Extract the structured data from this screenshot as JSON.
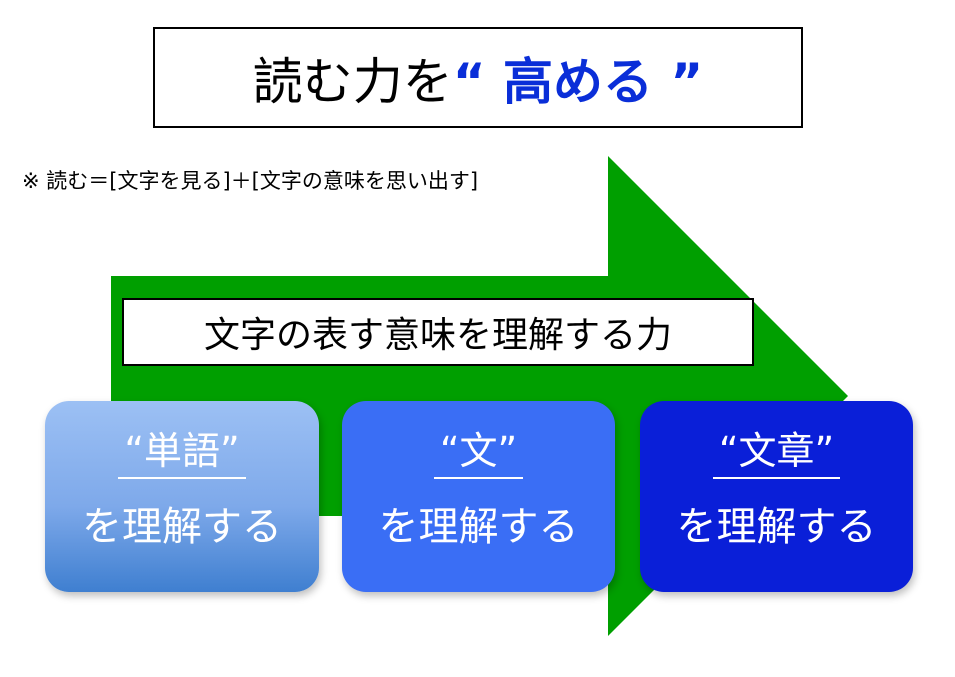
{
  "title": {
    "main": "読む力を",
    "accent": "“ 高める ”"
  },
  "note": "※ 読む＝[文字を見る]＋[文字の意味を思い出す]",
  "subtitle": "文字の表す意味を理解する力",
  "cards": [
    {
      "head": "“単語”",
      "body": "を理解する"
    },
    {
      "head": "“文”",
      "body": "を理解する"
    },
    {
      "head": "“文章”",
      "body": "を理解する"
    }
  ],
  "colors": {
    "arrow": "#009f00",
    "accent_text": "#0a2ed8",
    "card_1_top": "#9cc0f4",
    "card_1_bottom": "#3f7fd0",
    "card_2": "#3a6ef5",
    "card_3": "#0a1fd8"
  }
}
